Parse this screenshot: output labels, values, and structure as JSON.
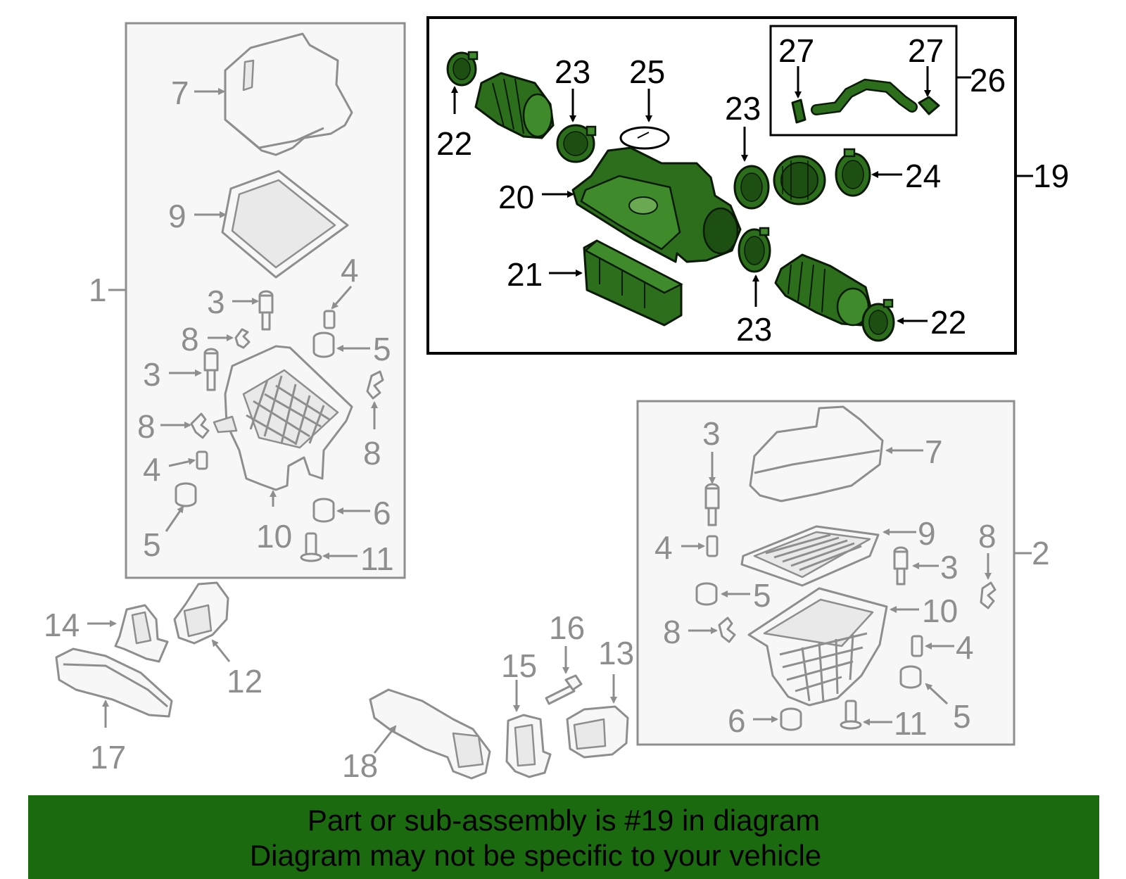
{
  "groups": {
    "left_box": "1",
    "right_box": "2",
    "top_box": "19",
    "sub_box": "26"
  },
  "left_box_labels": {
    "l7": "7",
    "l9": "9",
    "l3a": "3",
    "l4a": "4",
    "l8a": "8",
    "l5a": "5",
    "l3b": "3",
    "l8b": "8",
    "l8c": "8",
    "l4b": "4",
    "l5b": "5",
    "l6": "6",
    "l10": "10",
    "l11": "11"
  },
  "right_box_labels": {
    "r3a": "3",
    "r7": "7",
    "r9": "9",
    "r4a": "4",
    "r3b": "3",
    "r8a": "8",
    "r5a": "5",
    "r10": "10",
    "r8b": "8",
    "r4b": "4",
    "r5b": "5",
    "r6": "6",
    "r11": "11"
  },
  "top_box_labels": {
    "t22a": "22",
    "t23a": "23",
    "t25": "25",
    "t27a": "27",
    "t27b": "27",
    "t23b": "23",
    "t24": "24",
    "t20": "20",
    "t21": "21",
    "t23c": "23",
    "t22b": "22"
  },
  "loose_labels": {
    "n14": "14",
    "n12": "12",
    "n17": "17",
    "n16": "16",
    "n13": "13",
    "n15": "15",
    "n18": "18"
  },
  "banner": {
    "line1": "Part or sub-assembly is #19 in diagram",
    "line2": "Diagram may not be specific to your vehicle"
  },
  "colors": {
    "highlight_green": "#2c6e1c",
    "banner_green": "#1b6a10",
    "grey_parts": "#8e8e8e"
  }
}
